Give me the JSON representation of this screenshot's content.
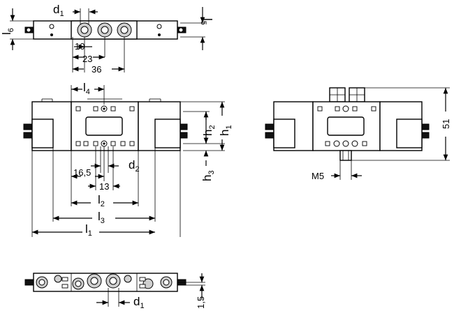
{
  "drawing": {
    "top_view": {
      "d1": {
        "base": "d",
        "sub": "1"
      },
      "l6": {
        "base": "l",
        "sub": "6"
      },
      "l5": {
        "base": "l",
        "sub": "5"
      },
      "dim_10": "10",
      "dim_23": "23",
      "dim_36": "36"
    },
    "front_view": {
      "l4": {
        "base": "l",
        "sub": "4"
      },
      "h2": {
        "base": "h",
        "sub": "2"
      },
      "h1": {
        "base": "h",
        "sub": "1"
      },
      "h3": {
        "base": "h",
        "sub": "3"
      },
      "d2": {
        "base": "d",
        "sub": "2"
      },
      "dim_16_5": "16,5",
      "dim_13": "13",
      "l2": {
        "base": "l",
        "sub": "2"
      },
      "l3": {
        "base": "l",
        "sub": "3"
      },
      "l1": {
        "base": "l",
        "sub": "1"
      }
    },
    "side_view": {
      "m5": "M5",
      "dim_51": "51"
    },
    "bottom_view": {
      "d1": {
        "base": "d",
        "sub": "1"
      },
      "dim_1_5": "1,5"
    }
  }
}
